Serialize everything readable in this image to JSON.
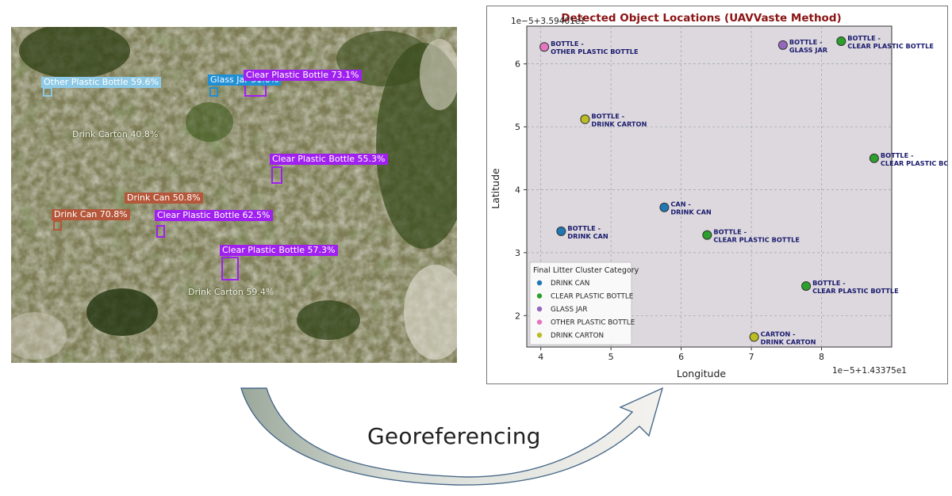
{
  "photo": {
    "detections": [
      {
        "label": "Other Plastic Bottle 59.6%",
        "class": "other"
      },
      {
        "label": "Glass Jar 51.0%",
        "class": "glass"
      },
      {
        "label": "Clear Plastic Bottle 73.1%",
        "class": "clear"
      },
      {
        "label": "Drink Carton 40.8%",
        "class": "carton"
      },
      {
        "label": "Clear Plastic Bottle 55.3%",
        "class": "clear"
      },
      {
        "label": "Drink Can 50.8%",
        "class": "can"
      },
      {
        "label": "Drink Can 70.8%",
        "class": "can"
      },
      {
        "label": "Clear Plastic Bottle 62.5%",
        "class": "clear"
      },
      {
        "label": "Clear Plastic Bottle 57.3%",
        "class": "clear"
      },
      {
        "label": "Drink Carton 59.4%",
        "class": "carton"
      }
    ]
  },
  "caption": "Georeferencing",
  "chart_data": {
    "type": "scatter",
    "title": "Detected Object Locations (UAVVaste Method)",
    "xlabel": "Longitude",
    "ylabel": "Latitude",
    "x_offset_label": "1e−5+1.43375e1",
    "y_offset_label": "1e−5+3.59401e1",
    "xlim": [
      3.8,
      9.0
    ],
    "ylim": [
      1.5,
      6.6
    ],
    "xticks": [
      "4",
      "5",
      "6",
      "7",
      "8"
    ],
    "yticks": [
      "2",
      "3",
      "4",
      "5",
      "6"
    ],
    "grid": true,
    "legend_title": "Final Litter Cluster Category",
    "legend_position": "bottom-left",
    "legend": [
      {
        "name": "DRINK CAN",
        "color": "#1f77b4"
      },
      {
        "name": "CLEAR PLASTIC BOTTLE",
        "color": "#2ca02c"
      },
      {
        "name": "GLASS JAR",
        "color": "#9467bd"
      },
      {
        "name": "OTHER PLASTIC BOTTLE",
        "color": "#e377c2"
      },
      {
        "name": "DRINK CARTON",
        "color": "#bcbd22"
      }
    ],
    "points": [
      {
        "x": 4.05,
        "y": 6.27,
        "category": "OTHER PLASTIC BOTTLE",
        "line1": "BOTTLE -",
        "line2": "OTHER PLASTIC BOTTLE"
      },
      {
        "x": 7.45,
        "y": 6.3,
        "category": "GLASS JAR",
        "line1": "BOTTLE -",
        "line2": "GLASS JAR"
      },
      {
        "x": 8.28,
        "y": 6.36,
        "category": "CLEAR PLASTIC BOTTLE",
        "line1": "BOTTLE -",
        "line2": "CLEAR PLASTIC BOTTLE"
      },
      {
        "x": 4.63,
        "y": 5.12,
        "category": "DRINK CARTON",
        "line1": "BOTTLE -",
        "line2": "DRINK CARTON"
      },
      {
        "x": 8.75,
        "y": 4.5,
        "category": "CLEAR PLASTIC BOTTLE",
        "line1": "BOTTLE -",
        "line2": "CLEAR PLASTIC BOTTLE"
      },
      {
        "x": 5.76,
        "y": 3.72,
        "category": "DRINK CAN",
        "line1": "CAN -",
        "line2": "DRINK CAN"
      },
      {
        "x": 4.29,
        "y": 3.34,
        "category": "DRINK CAN",
        "line1": "BOTTLE -",
        "line2": "DRINK CAN"
      },
      {
        "x": 6.37,
        "y": 3.28,
        "category": "CLEAR PLASTIC BOTTLE",
        "line1": "BOTTLE -",
        "line2": "CLEAR PLASTIC BOTTLE"
      },
      {
        "x": 7.78,
        "y": 2.47,
        "category": "CLEAR PLASTIC BOTTLE",
        "line1": "BOTTLE -",
        "line2": "CLEAR PLASTIC BOTTLE"
      },
      {
        "x": 7.04,
        "y": 1.66,
        "category": "DRINK CARTON",
        "line1": "CARTON -",
        "line2": "DRINK CARTON"
      }
    ]
  }
}
